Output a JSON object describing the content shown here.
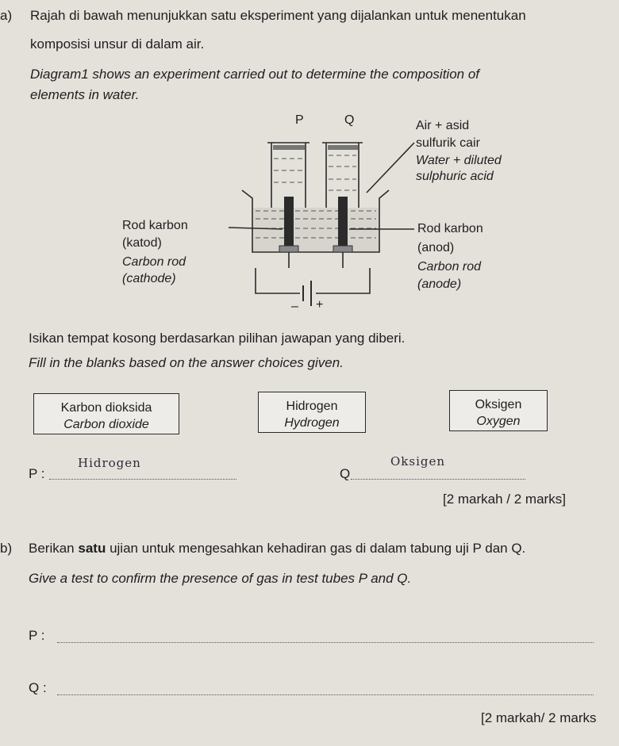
{
  "part_a": {
    "marker": "a)",
    "line1_ms": "Rajah di bawah menunjukkan satu eksperiment yang dijalankan untuk menentukan",
    "line2_ms": "komposisi unsur di dalam air.",
    "line1_en": "Diagram1 shows an experiment carried out to determine the composition of",
    "line2_en": "elements in water.",
    "diagram": {
      "label_p": "P",
      "label_q": "Q",
      "electrolyte_ms": [
        "Air + asid",
        "sulfurik cair"
      ],
      "electrolyte_en": [
        "Water + diluted",
        "sulphuric acid"
      ],
      "cathode_ms": [
        "Rod karbon",
        "(katod)"
      ],
      "cathode_en": [
        "Carbon rod",
        "(cathode)"
      ],
      "anode_ms": [
        "Rod karbon",
        "(anod)"
      ],
      "anode_en": [
        "Carbon rod",
        "(anode)"
      ],
      "minus": "–",
      "plus": "+"
    },
    "instruction_ms": "Isikan tempat kosong berdasarkan pilihan jawapan yang diberi.",
    "instruction_en": "Fill in the blanks based on the answer choices given.",
    "choices": [
      {
        "ms": "Karbon dioksida",
        "en": "Carbon dioxide"
      },
      {
        "ms": "Hidrogen",
        "en": "Hydrogen"
      },
      {
        "ms": "Oksigen",
        "en": "Oxygen"
      }
    ],
    "blank_p_label": "P :",
    "blank_p_answer": "Hidrogen",
    "blank_q_label": "Q",
    "blank_q_answer": "Oksigen",
    "marks": "[2 markah / 2 marks]"
  },
  "part_b": {
    "marker": "b)",
    "line_ms_pre": "Berikan ",
    "line_ms_bold": "satu",
    "line_ms_post": " ujian untuk mengesahkan kehadiran gas di dalam tabung uji P dan Q.",
    "line_en": "Give a test to confirm the presence of gas in test tubes P and Q.",
    "blank_p_label": "P :",
    "blank_q_label": "Q :",
    "marks": "[2 markah/ 2 marks"
  }
}
